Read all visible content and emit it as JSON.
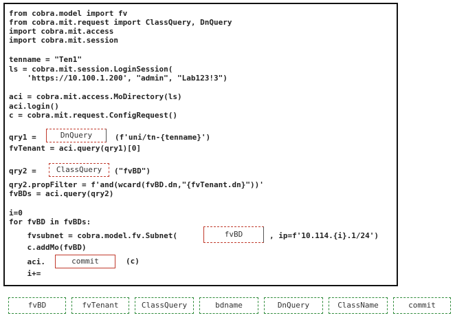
{
  "code_lines": [
    "from cobra.model import fv",
    "from cobra.mit.request import ClassQuery, DnQuery",
    "import cobra.mit.access",
    "import cobra.mit.session",
    "tenname = \"Ten1\"",
    "ls = cobra.mit.session.LoginSession(",
    "    'https://10.100.1.200', \"admin\", \"Lab123!3\")",
    "aci = cobra.mit.access.MoDirectory(ls)",
    "aci.login()",
    "c = cobra.mit.request.ConfigRequest()",
    "qry1 = ",
    "(f'uni/tn-{tenname}')",
    "fvTenant = aci.query(qry1)[0]",
    "qry2 = ",
    "(\"fvBD\")",
    "qry2.propFilter = f'and(wcard(fvBD.dn,\"{fvTenant.dn}\"))'",
    "fvBDs = aci.query(qry2)",
    "i=0",
    "for fvBD in fvBDs:",
    "    fvsubnet = cobra.model.fv.Subnet(",
    ", ip=f'10.114.{i}.1/24')",
    "    c.addMo(fvBD)",
    "    aci.",
    "(c)",
    "    i+="
  ],
  "drop_zones": {
    "qry1": "DnQuery",
    "qry2": "ClassQuery",
    "subnet_parent": "fvBD",
    "aci_method": "commit"
  },
  "options": [
    "fvBD",
    "fvTenant",
    "ClassQuery",
    "bdname",
    "DnQuery",
    "ClassName",
    "commit"
  ]
}
